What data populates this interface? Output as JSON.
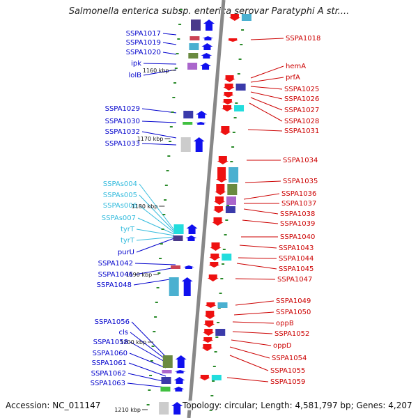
{
  "title": "Salmonella enterica subsp. enterica serovar Paratyphi A str....",
  "footer": {
    "accession": "Accession: NC_011147",
    "topology": "Topology: circular; Length: 4,581,797 bp; Genes: 4,207"
  },
  "scale_ticks": [
    {
      "label": "1160 kbp"
    },
    {
      "label": "1170 kbp"
    },
    {
      "label": "1180 kbp"
    },
    {
      "label": "1190 kbp"
    },
    {
      "label": "1200 kbp"
    },
    {
      "label": "1210 kbp"
    }
  ],
  "left_labels": [
    {
      "text": "SSPA1017",
      "color": "#0000cc"
    },
    {
      "text": "SSPA1019",
      "color": "#0000cc"
    },
    {
      "text": "SSPA1020",
      "color": "#0000cc"
    },
    {
      "text": "ipk",
      "color": "#0000cc"
    },
    {
      "text": "lolB",
      "color": "#0000cc"
    },
    {
      "text": "SSPA1029",
      "color": "#0000cc"
    },
    {
      "text": "SSPA1030",
      "color": "#0000cc"
    },
    {
      "text": "SSPA1032",
      "color": "#0000cc"
    },
    {
      "text": "SSPA1033",
      "color": "#0000cc"
    },
    {
      "text": "SSPAs004",
      "color": "#33bbdd"
    },
    {
      "text": "SSPAs005",
      "color": "#33bbdd"
    },
    {
      "text": "SSPAs006",
      "color": "#33bbdd"
    },
    {
      "text": "SSPAs007",
      "color": "#33bbdd"
    },
    {
      "text": "tyrT",
      "color": "#33bbdd"
    },
    {
      "text": "tyrT",
      "color": "#33bbdd"
    },
    {
      "text": "purU",
      "color": "#0000cc"
    },
    {
      "text": "SSPA1042",
      "color": "#0000cc"
    },
    {
      "text": "SSPA1046",
      "color": "#0000cc"
    },
    {
      "text": "SSPA1048",
      "color": "#0000cc"
    },
    {
      "text": "SSPA1056",
      "color": "#0000cc"
    },
    {
      "text": "cls",
      "color": "#0000cc"
    },
    {
      "text": "SSPA1058",
      "color": "#0000cc"
    },
    {
      "text": "SSPA1060",
      "color": "#0000cc"
    },
    {
      "text": "SSPA1061",
      "color": "#0000cc"
    },
    {
      "text": "SSPA1062",
      "color": "#0000cc"
    },
    {
      "text": "SSPA1063",
      "color": "#0000cc"
    }
  ],
  "right_labels": [
    {
      "text": "SSPA1018",
      "color": "#cc0000"
    },
    {
      "text": "hemA",
      "color": "#cc0000"
    },
    {
      "text": "prfA",
      "color": "#cc0000"
    },
    {
      "text": "SSPA1025",
      "color": "#cc0000"
    },
    {
      "text": "SSPA1026",
      "color": "#cc0000"
    },
    {
      "text": "SSPA1027",
      "color": "#cc0000"
    },
    {
      "text": "SSPA1028",
      "color": "#cc0000"
    },
    {
      "text": "SSPA1031",
      "color": "#cc0000"
    },
    {
      "text": "SSPA1034",
      "color": "#cc0000"
    },
    {
      "text": "SSPA1035",
      "color": "#cc0000"
    },
    {
      "text": "SSPA1036",
      "color": "#cc0000"
    },
    {
      "text": "SSPA1037",
      "color": "#cc0000"
    },
    {
      "text": "SSPA1038",
      "color": "#cc0000"
    },
    {
      "text": "SSPA1039",
      "color": "#cc0000"
    },
    {
      "text": "SSPA1040",
      "color": "#cc0000"
    },
    {
      "text": "SSPA1043",
      "color": "#cc0000"
    },
    {
      "text": "SSPA1044",
      "color": "#cc0000"
    },
    {
      "text": "SSPA1045",
      "color": "#cc0000"
    },
    {
      "text": "SSPA1047",
      "color": "#cc0000"
    },
    {
      "text": "SSPA1049",
      "color": "#cc0000"
    },
    {
      "text": "SSPA1050",
      "color": "#cc0000"
    },
    {
      "text": "oppB",
      "color": "#cc0000"
    },
    {
      "text": "SSPA1052",
      "color": "#cc0000"
    },
    {
      "text": "oppD",
      "color": "#cc0000"
    },
    {
      "text": "SSPA1054",
      "color": "#cc0000"
    },
    {
      "text": "SSPA1055",
      "color": "#cc0000"
    },
    {
      "text": "SSPA1059",
      "color": "#cc0000"
    }
  ],
  "colors": {
    "forward_strand": "#1010ee",
    "reverse_strand": "#ee1111",
    "backbone": "#888888",
    "tick": "#2a8a2a"
  }
}
